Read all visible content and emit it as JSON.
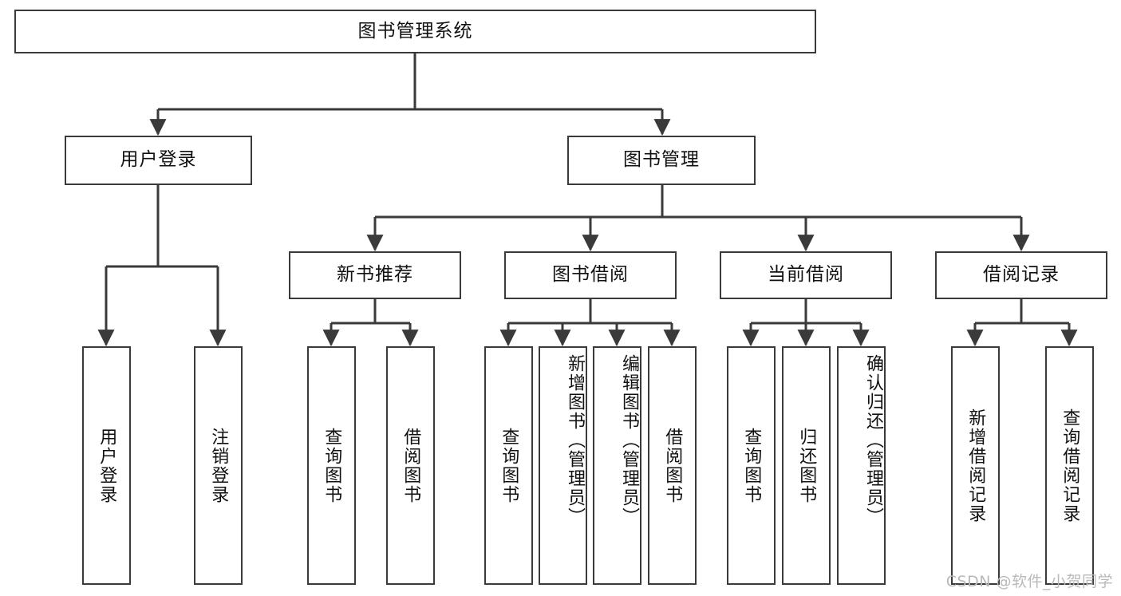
{
  "diagram": {
    "title": "图书管理系统",
    "type": "hierarchy-tree",
    "root": {
      "id": "root",
      "label": "图书管理系统",
      "orientation": "horizontal"
    },
    "level2": [
      {
        "id": "user-login",
        "label": "用户登录",
        "orientation": "horizontal"
      },
      {
        "id": "book-management",
        "label": "图书管理",
        "orientation": "horizontal"
      }
    ],
    "level3": [
      {
        "id": "new-book-recommend",
        "label": "新书推荐",
        "parent": "book-management",
        "orientation": "horizontal"
      },
      {
        "id": "book-borrow",
        "label": "图书借阅",
        "parent": "book-management",
        "orientation": "horizontal"
      },
      {
        "id": "current-borrow",
        "label": "当前借阅",
        "parent": "book-management",
        "orientation": "horizontal"
      },
      {
        "id": "borrow-record",
        "label": "借阅记录",
        "parent": "book-management",
        "orientation": "horizontal"
      }
    ],
    "leaves": [
      {
        "id": "leaf-user-login",
        "label": "用户登录",
        "parent": "user-login",
        "orientation": "vertical"
      },
      {
        "id": "leaf-logout-login",
        "label": "注销登录",
        "parent": "user-login",
        "orientation": "vertical"
      },
      {
        "id": "leaf-query-book-1",
        "label": "查询图书",
        "parent": "new-book-recommend",
        "orientation": "vertical"
      },
      {
        "id": "leaf-borrow-book-1",
        "label": "借阅图书",
        "parent": "new-book-recommend",
        "orientation": "vertical"
      },
      {
        "id": "leaf-query-book-2",
        "label": "查询图书",
        "parent": "book-borrow",
        "orientation": "vertical"
      },
      {
        "id": "leaf-add-book",
        "label": "新增图书（管理员）",
        "parent": "book-borrow",
        "orientation": "vertical"
      },
      {
        "id": "leaf-edit-book",
        "label": "编辑图书（管理员）",
        "parent": "book-borrow",
        "orientation": "vertical"
      },
      {
        "id": "leaf-borrow-book-2",
        "label": "借阅图书",
        "parent": "book-borrow",
        "orientation": "vertical"
      },
      {
        "id": "leaf-query-book-3",
        "label": "查询图书",
        "parent": "current-borrow",
        "orientation": "vertical"
      },
      {
        "id": "leaf-return-book",
        "label": "归还图书",
        "parent": "current-borrow",
        "orientation": "vertical"
      },
      {
        "id": "leaf-confirm-return",
        "label": "确认归还（管理员）",
        "parent": "current-borrow",
        "orientation": "vertical"
      },
      {
        "id": "leaf-add-record",
        "label": "新增借阅记录",
        "parent": "borrow-record",
        "orientation": "vertical"
      },
      {
        "id": "leaf-query-record",
        "label": "查询借阅记录",
        "parent": "borrow-record",
        "orientation": "vertical"
      }
    ],
    "colors": {
      "box_border": "#3a3a3a",
      "box_fill": "#ffffff",
      "connector": "#3a3a3a",
      "text": "#111111",
      "watermark": "#b9b9b9",
      "background": "#ffffff"
    }
  },
  "watermark": {
    "text": "CSDN @软件_小贺同学"
  }
}
